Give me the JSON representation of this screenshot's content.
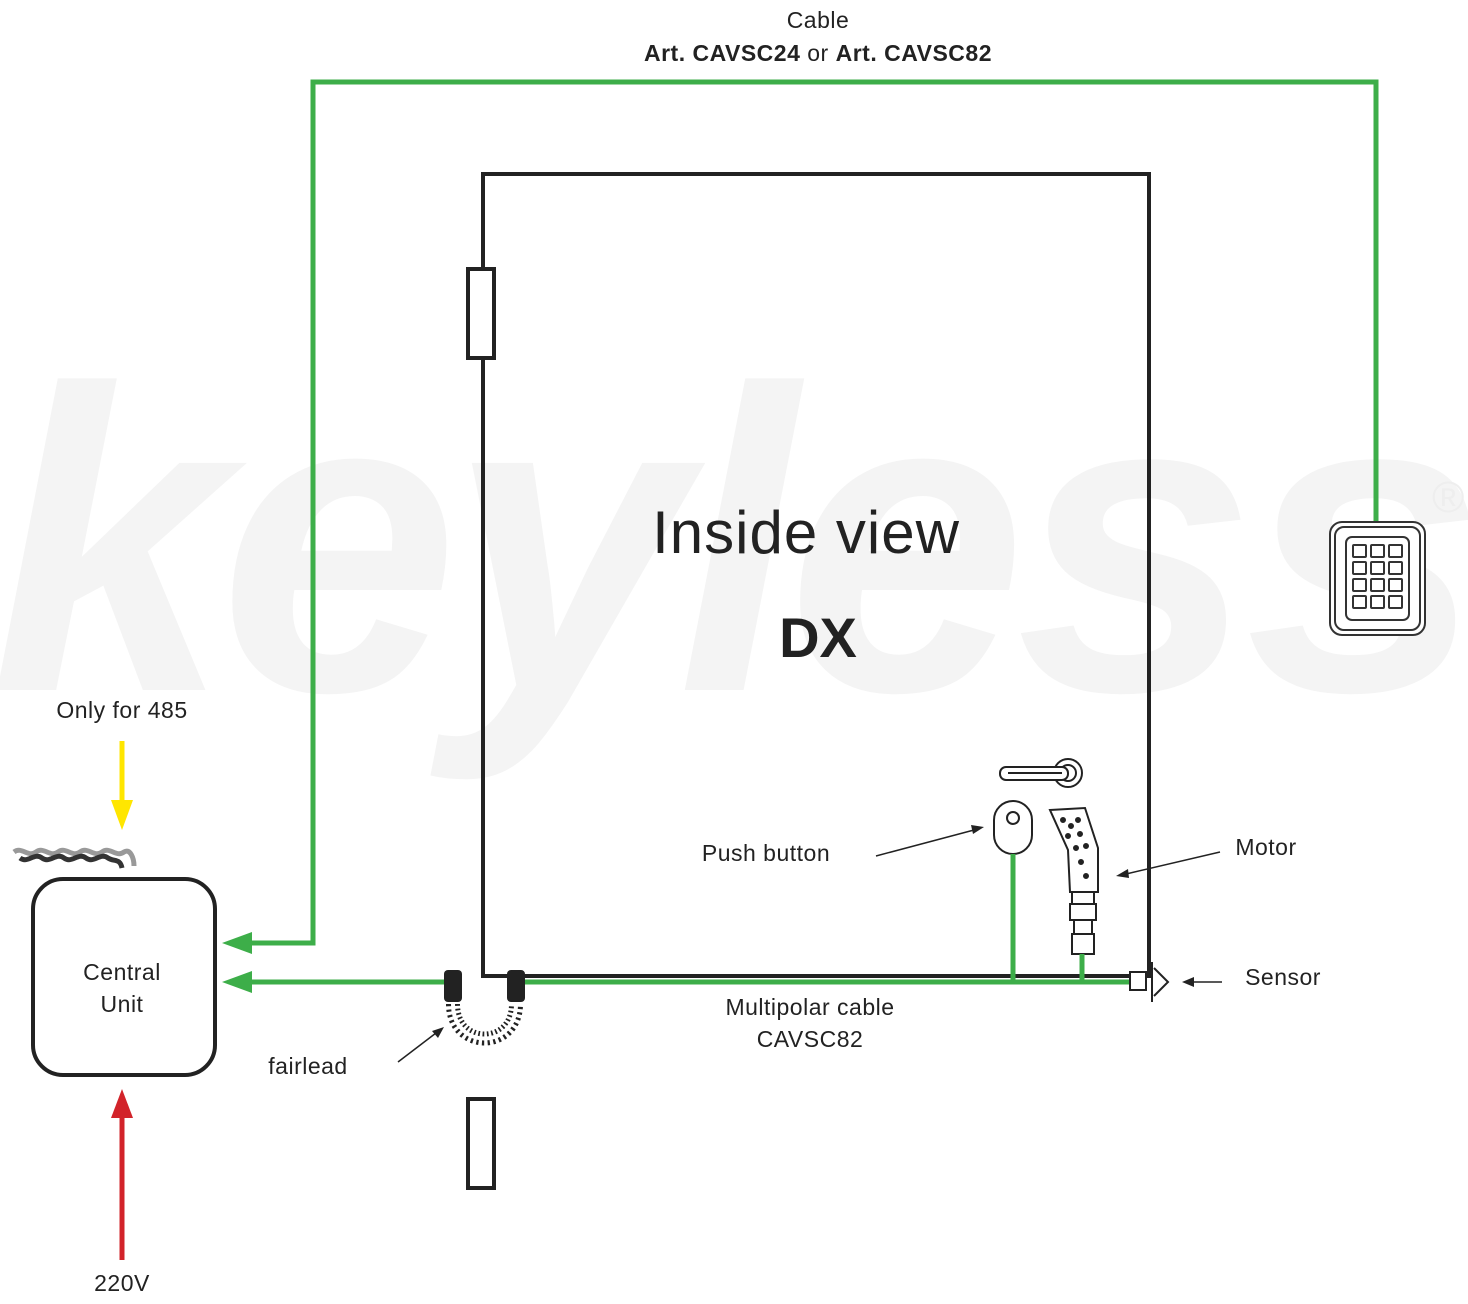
{
  "header": {
    "cable_label": "Cable",
    "art1": "Art. CAVSC24",
    "or_text": " or ",
    "art2": "Art. CAVSC82"
  },
  "door": {
    "title": "Inside view",
    "side": "DX"
  },
  "labels": {
    "only_for_485": "Only for 485",
    "central_unit_line1": "Central",
    "central_unit_line2": "Unit",
    "fairlead": "fairlead",
    "push_button": "Push button",
    "motor": "Motor",
    "sensor": "Sensor",
    "multipolar_line1": "Multipolar cable",
    "multipolar_line2": "CAVSC82",
    "power": "220V"
  },
  "watermark": {
    "text": "keyless",
    "mark": "®"
  },
  "colors": {
    "cable_green": "#3dae49",
    "power_red": "#d2232a",
    "bus_yellow": "#ffe600",
    "outline": "#222222",
    "watermark": "#f3f3f3"
  },
  "icons": [
    "keypad-icon",
    "handle-icon",
    "push-button-icon",
    "motor-icon",
    "sensor-icon",
    "fairlead-icon",
    "twisted-wire-icon",
    "hinge-icon"
  ]
}
